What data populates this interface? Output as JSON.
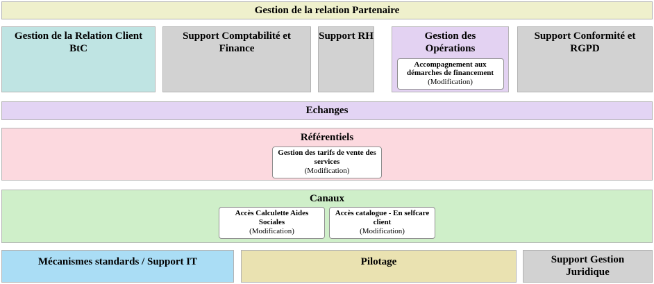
{
  "top_band": {
    "label": "Gestion de la relation Partenaire",
    "color": "#EFF0CC"
  },
  "domain_boxes": [
    {
      "label": "Gestion de la Relation Client BtC",
      "color": "#BFE4E3"
    },
    {
      "label": "Support Comptabilité et Finance",
      "color": "#D2D2D2"
    },
    {
      "label": "Support RH",
      "color": "#D2D2D2"
    },
    {
      "label": "Gestion des Opérations",
      "color": "#E3D2F2",
      "item": {
        "title": "Accompagnement aux démarches de financement",
        "status": "(Modification)"
      }
    },
    {
      "label": "Support Conformité et RGPD",
      "color": "#D2D2D2"
    }
  ],
  "bands": [
    {
      "label": "Echanges",
      "color": "#E3D4F4"
    },
    {
      "label": "Référentiels",
      "color": "#FCD9DF",
      "items": [
        {
          "title": "Gestion des tarifs de vente des services",
          "status": "(Modification)"
        }
      ]
    },
    {
      "label": "Canaux",
      "color": "#CFEFC9",
      "items": [
        {
          "title": "Accès Calculette Aides Sociales",
          "status": "(Modification)"
        },
        {
          "title": "Accès catalogue - En selfcare client",
          "status": "(Modification)"
        }
      ]
    }
  ],
  "bottom_boxes": [
    {
      "label": "Mécanismes standards / Support IT",
      "color": "#AADDF5"
    },
    {
      "label": "Pilotage",
      "color": "#EAE2B1"
    },
    {
      "label": "Support Gestion Juridique",
      "color": "#D2D2D2"
    }
  ]
}
